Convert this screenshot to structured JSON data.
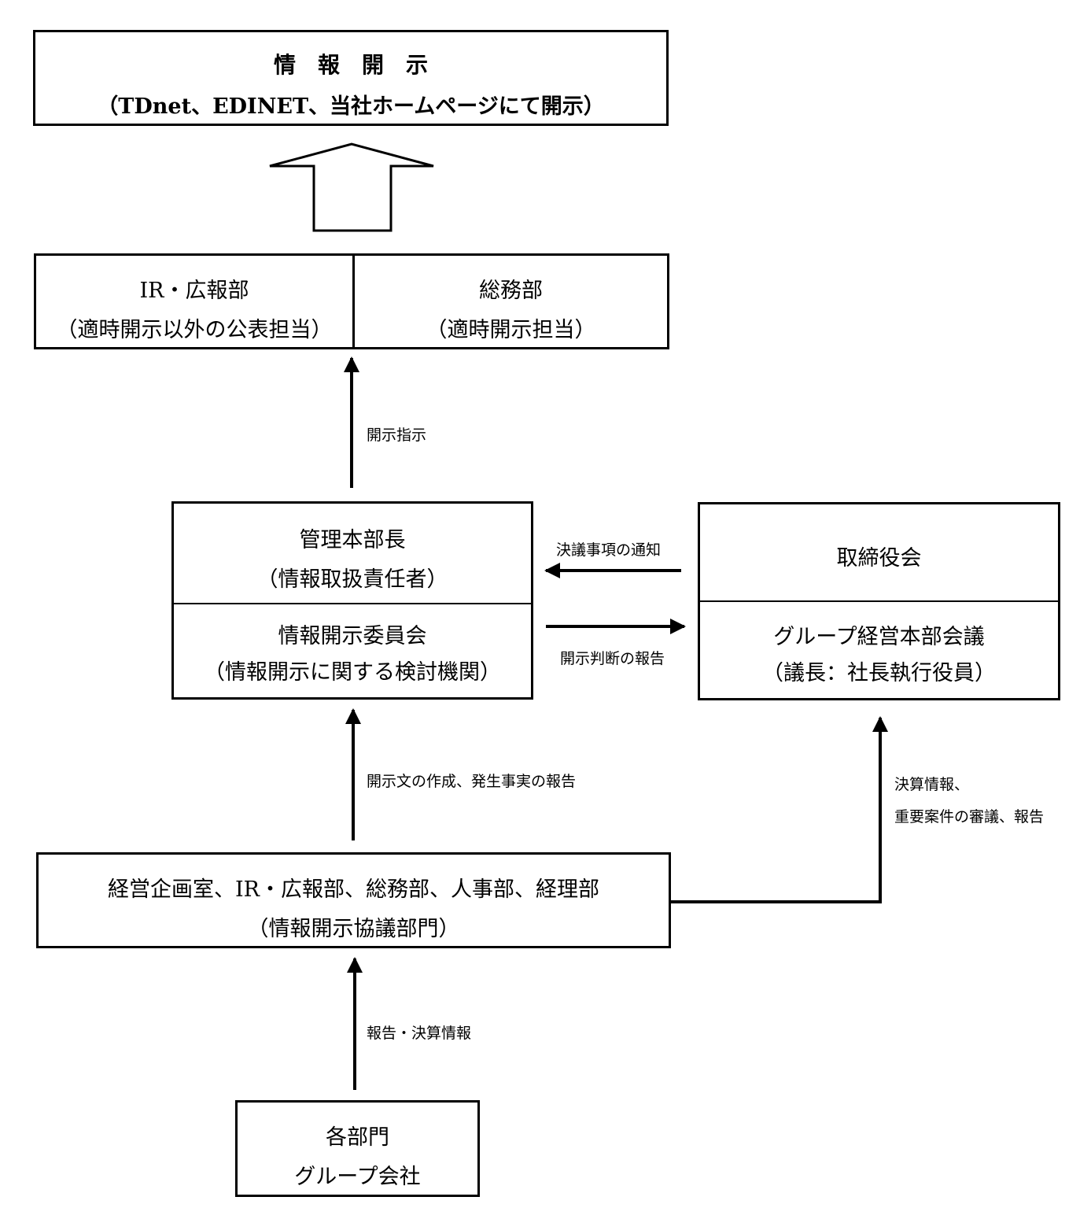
{
  "disclosure": {
    "title": "情　報　開　示",
    "subtitle": "（TDnet、EDINET、当社ホームページにて開示）"
  },
  "ir_pr": {
    "name": "IR・広報部",
    "role": "（適時開示以外の公表担当）"
  },
  "general_affairs": {
    "name": "総務部",
    "role": "（適時開示担当）"
  },
  "manager": {
    "name": "管理本部長",
    "role": "（情報取扱責任者）",
    "committee_name": "情報開示委員会",
    "committee_role": "（情報開示に関する検討機関）"
  },
  "board": {
    "name": "取締役会",
    "meeting_name": "グループ経営本部会議",
    "meeting_role": "（議長：社長執行役員）"
  },
  "council": {
    "name": "経営企画室、IR・広報部、総務部、人事部、経理部",
    "role": "（情報開示協議部門）"
  },
  "departments": {
    "line1": "各部門",
    "line2": "グループ会社"
  },
  "labels": {
    "disclosure_instruction": "開示指示",
    "resolution_notice": "決議事項の通知",
    "disclosure_judgment_report": "開示判断の報告",
    "draft_report": "開示文の作成、発生事実の報告",
    "settlement_info_1": "決算情報、",
    "settlement_info_2": "重要案件の審議、報告",
    "report_settlement": "報告・決算情報"
  }
}
